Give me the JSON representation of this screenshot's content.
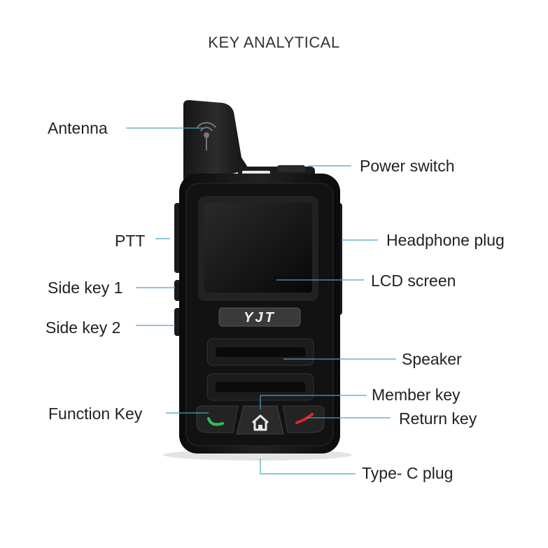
{
  "title": "KEY ANALYTICAL",
  "brand": "YJT",
  "labels": {
    "antenna": "Antenna",
    "power_switch": "Power switch",
    "ptt": "PTT",
    "headphone_plug": "Headphone plug",
    "side_key_1": "Side key 1",
    "lcd_screen": "LCD screen",
    "side_key_2": "Side key 2",
    "speaker": "Speaker",
    "member_key": "Member key",
    "function_key": "Function Key",
    "return_key": "Return key",
    "type_c_plug": "Type- C plug"
  },
  "colors": {
    "leader_line": "#4aa3c8",
    "body": "#141414",
    "function_key_accent": "#2fbf5a",
    "return_key_accent": "#e0262a"
  },
  "icons": {
    "antenna_mark": "signal-tower-icon",
    "member_key": "home-icon",
    "function_key": "call-answer-icon",
    "return_key": "call-end-icon"
  }
}
